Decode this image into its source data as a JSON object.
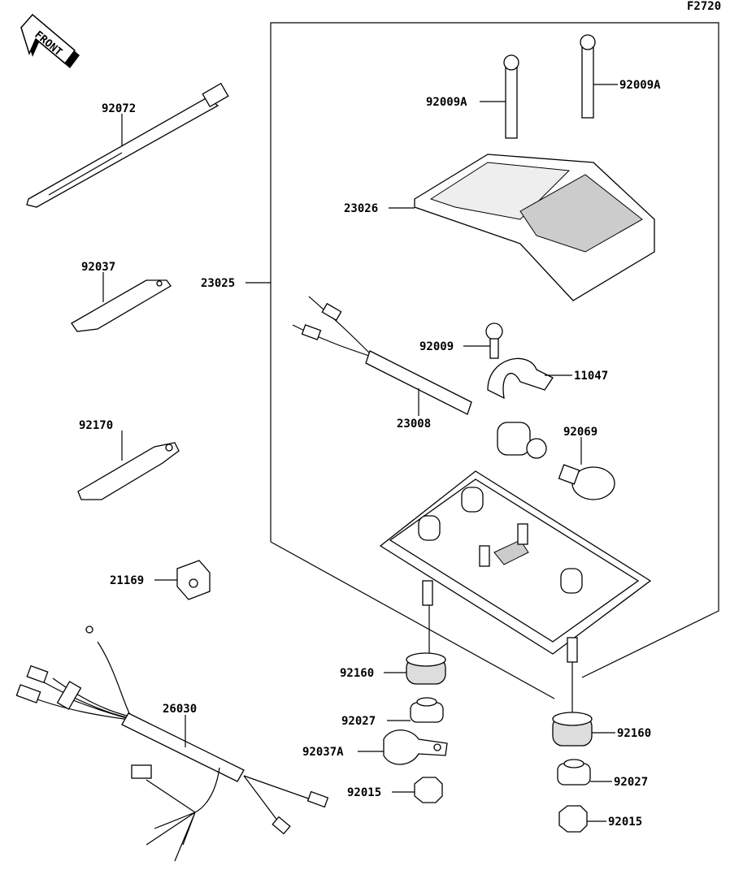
{
  "diagram_code": "F2720",
  "front_marker": "FRONT",
  "parts": {
    "p92072": "92072",
    "p92037": "92037",
    "p92170": "92170",
    "p21169": "21169",
    "p26030": "26030",
    "p23025": "23025",
    "p92009A_1": "92009A",
    "p92009A_2": "92009A",
    "p23026": "23026",
    "p92009": "92009",
    "p11047": "11047",
    "p23008": "23008",
    "p92069": "92069",
    "p92160_1": "92160",
    "p92027_1": "92027",
    "p92037A": "92037A",
    "p92015_1": "92015",
    "p92160_2": "92160",
    "p92027_2": "92027",
    "p92015_2": "92015"
  }
}
